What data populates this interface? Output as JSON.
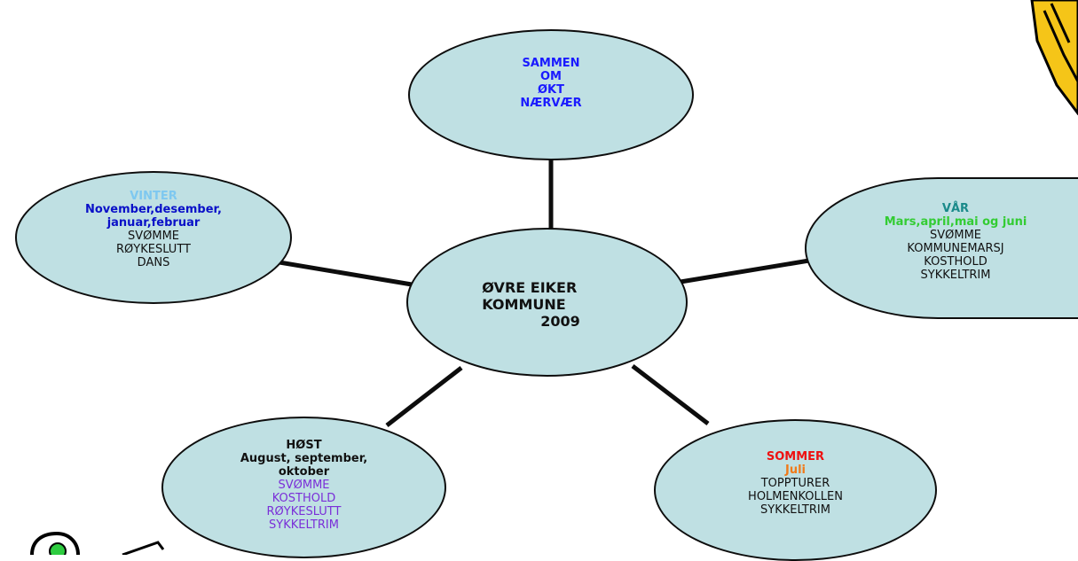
{
  "center": {
    "lines": [
      "ØVRE EIKER",
      "KOMMUNE",
      "2009"
    ]
  },
  "top": {
    "lines": [
      "SAMMEN",
      "OM",
      "ØKT",
      "NÆRVÆR"
    ],
    "color": "#1a1aff"
  },
  "winter": {
    "season": "VINTER",
    "season_color": "#7ec8f0",
    "months": [
      "November,desember,",
      "januar,februar"
    ],
    "months_color": "#0a10c8",
    "activities": [
      "SVØMME",
      "RØYKESLUTT",
      "DANS"
    ],
    "activities_color": "#111111"
  },
  "spring": {
    "season": "VÅR",
    "season_color": "#1a8a8a",
    "months": [
      "Mars,april,mai og juni"
    ],
    "months_color": "#33cc33",
    "activities": [
      "SVØMME",
      "KOMMUNEMARSJ",
      "KOSTHOLD",
      "SYKKELTRIM"
    ],
    "activities_color": "#111111"
  },
  "autumn": {
    "season": "HØST",
    "season_color": "#111111",
    "months": [
      "August, september,",
      "oktober"
    ],
    "months_color": "#111111",
    "activities": [
      "SVØMME",
      "KOSTHOLD",
      "RØYKESLUTT",
      "SYKKELTRIM"
    ],
    "activities_color": "#7a2fd8"
  },
  "summer": {
    "season": "SOMMER",
    "season_color": "#ee1111",
    "months": [
      "Juli"
    ],
    "months_color": "#f07a1a",
    "activities": [
      "TOPPTURER",
      "HOLMENKOLLEN",
      "SYKKELTRIM"
    ],
    "activities_color": "#111111"
  },
  "colors": {
    "bubble_fill": "#bfe0e3",
    "stroke": "#0d0d0d"
  }
}
